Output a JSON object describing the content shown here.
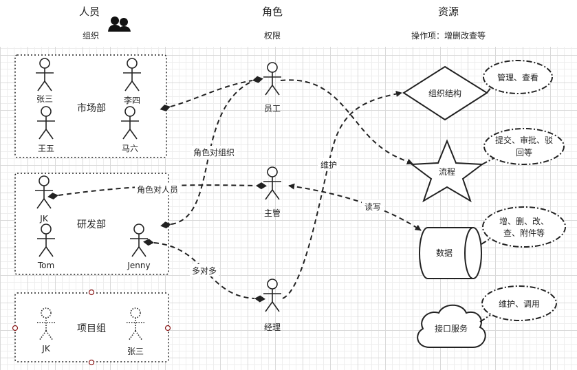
{
  "header": {
    "col_people": {
      "title": "人员",
      "subtitle": "组织"
    },
    "col_roles": {
      "title": "角色",
      "subtitle": "权限"
    },
    "col_resources": {
      "title": "资源",
      "subtitle": "操作项：增删改查等"
    }
  },
  "groups": {
    "market": {
      "name": "市场部",
      "members": [
        "张三",
        "李四",
        "王五",
        "马六"
      ]
    },
    "rnd": {
      "name": "研发部",
      "members": [
        "JK",
        "Tom",
        "Jenny"
      ]
    },
    "project": {
      "name": "项目组",
      "members": [
        "JK",
        "张三"
      ]
    }
  },
  "roles": [
    "员工",
    "主管",
    "经理"
  ],
  "resources": {
    "org": "组织结构",
    "flow": "流程",
    "data": "数据",
    "api": "接口服务"
  },
  "operations": {
    "org": [
      "管理、查看"
    ],
    "flow": [
      "提交、审批、驳",
      "回等"
    ],
    "data": [
      "增、删、改、",
      "查、附件等"
    ],
    "api": [
      "维护、调用"
    ]
  },
  "edge_labels": {
    "role_to_org": "角色对组织",
    "role_to_person": "角色对人员",
    "many_to_many": "多对多",
    "maintain": "维护",
    "read_write": "读写"
  },
  "colors": {
    "line": "#222222",
    "grid": "#d9d9d9",
    "port": "#8b1a1a"
  }
}
